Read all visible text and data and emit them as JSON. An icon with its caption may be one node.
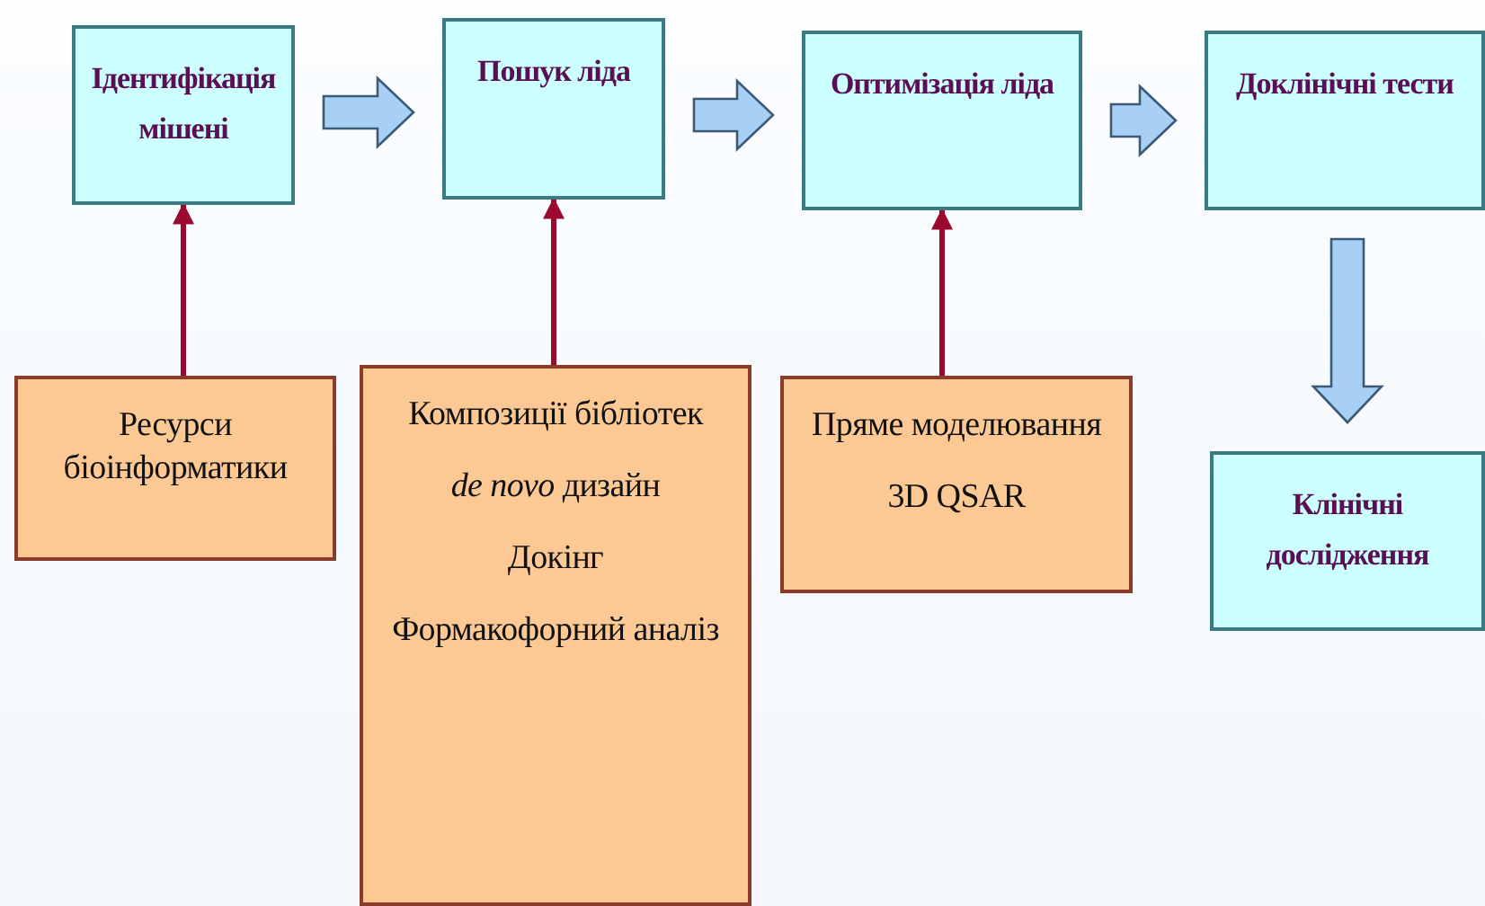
{
  "diagram": {
    "nodes": [
      {
        "text": [
          "Ідентифікація мішені"
        ]
      },
      {
        "text": [
          "Пошук ліда"
        ]
      },
      {
        "text": [
          "Оптимізація ліда"
        ]
      },
      {
        "text": [
          "Доклінічні тести"
        ]
      },
      {
        "text": [
          "Клінічні дослідження"
        ]
      },
      {
        "text": [
          "Ресурси біоінформатики"
        ]
      },
      {
        "text": [
          "Композиції бібліотек",
          "*de novo* дизайн",
          "Докінг",
          "Формакофорний аналіз"
        ]
      },
      {
        "text": [
          "Пряме моделювання",
          "3D QSAR"
        ]
      }
    ],
    "edges": [
      {
        "from": 0,
        "to": 1,
        "arrow": "to",
        "style": "thick"
      },
      {
        "from": 1,
        "to": 2,
        "arrow": "to",
        "style": "thick"
      },
      {
        "from": 2,
        "to": 3,
        "arrow": "to",
        "style": "thick"
      },
      {
        "from": 3,
        "to": 4,
        "arrow": "to",
        "style": "thick"
      },
      {
        "from": 5,
        "to": 0,
        "arrow": "to",
        "color": "#9b0a2e"
      },
      {
        "from": 6,
        "to": 1,
        "arrow": "to",
        "color": "#9b0a2e"
      },
      {
        "from": 7,
        "to": 2,
        "arrow": "to",
        "color": "#9b0a2e"
      }
    ]
  }
}
